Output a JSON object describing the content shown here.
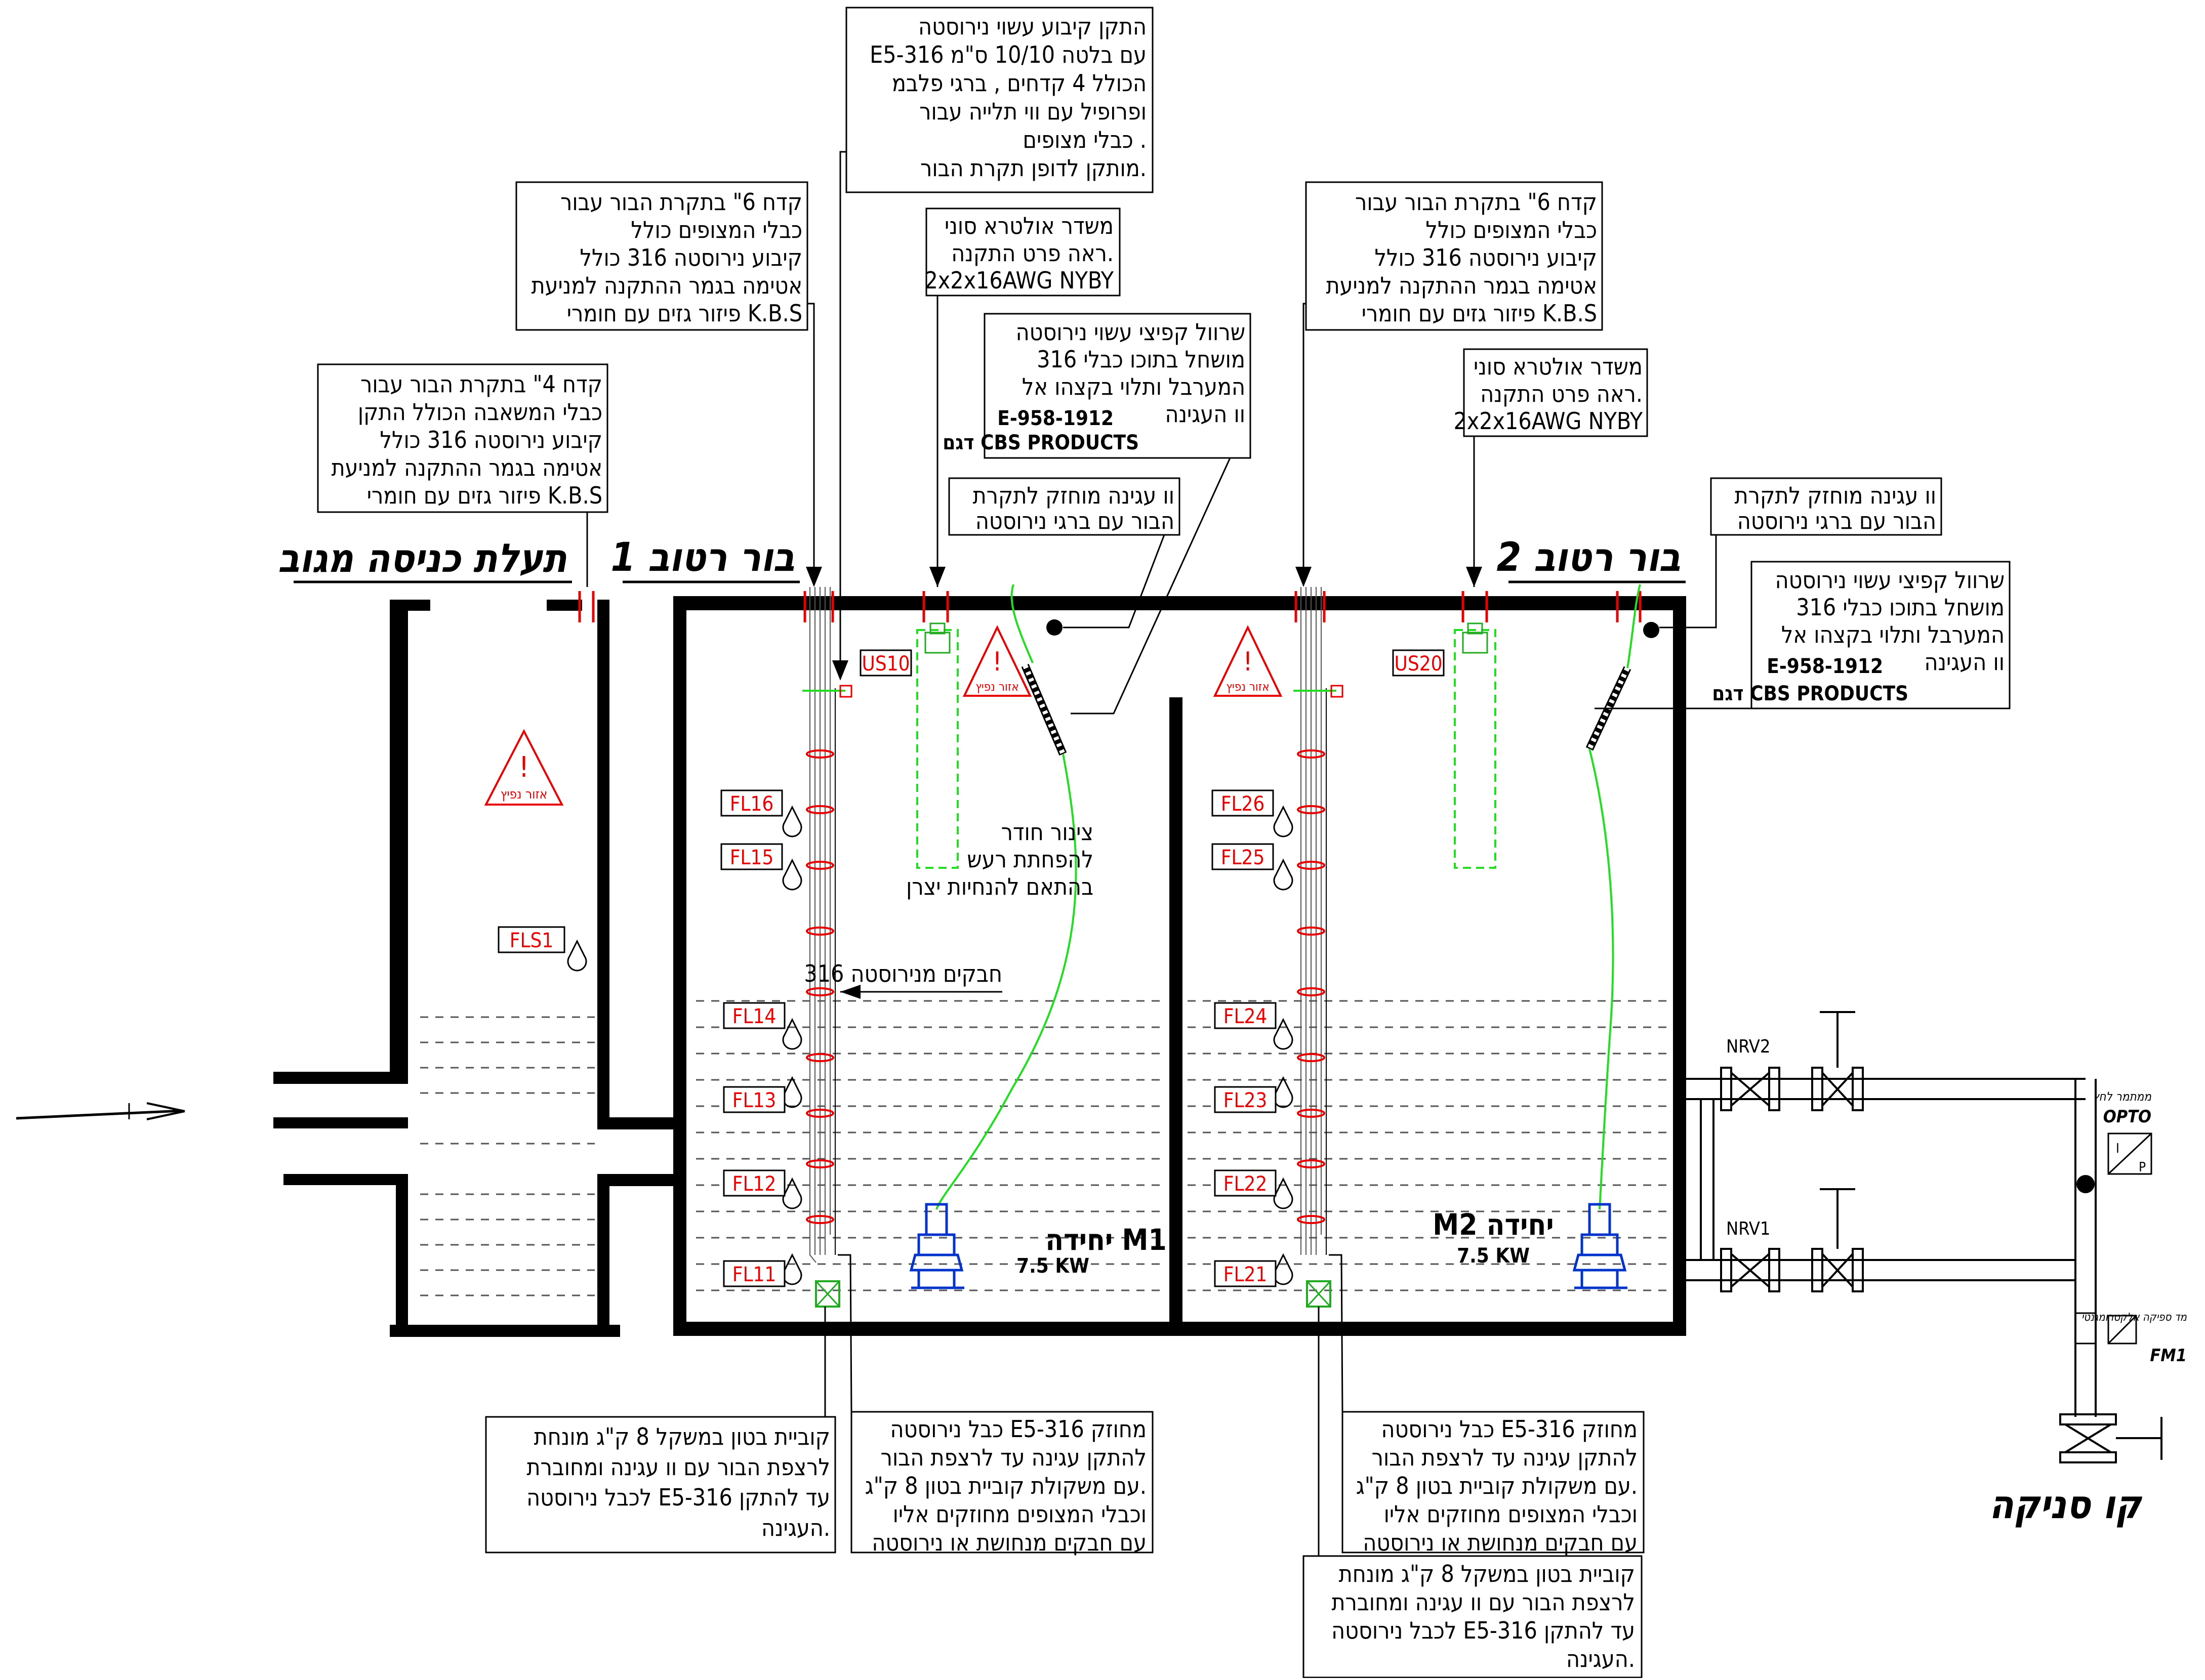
{
  "diagram": {
    "titles": {
      "inlet_channel": "תעלת כניסה מגוב",
      "wet_well_1": "בור רטוב 1",
      "wet_well_2": "בור רטוב 2",
      "pressure_line": "קו סניקה"
    },
    "notes": {
      "n1": [
        "קדח 4\" בתקרת הבור עבור",
        "כבלי המשאבה הכולל התקן",
        "קיבוע נירוסטה 316 כולל",
        "אטימה בגמר ההתקנה למניעת",
        "פיזור גזים עם חומרי K.B.S"
      ],
      "n2": [
        "קדח 6\" בתקרת הבור עבור",
        "כבלי המצופים כולל",
        "קיבוע נירוסטה 316 כולל",
        "אטימה בגמר ההתקנה למניעת",
        "פיזור גזים עם חומרי K.B.S"
      ],
      "n3": [
        "התקן קיבוע עשוי נירוסטה",
        "E5-316 עם בלטה 10/10 ס\"מ",
        "הכולל 4 קדחים , ברגי פלבמ",
        "ופרופיל עם ווי תלייה עבור",
        "כבלי מצופים .",
        "מותקן לדופן תקרת הבור."
      ],
      "n4": [
        "משדר אולטרא סוני",
        "ראה פרט התקנה.",
        "2x2x16AWG NYBY"
      ],
      "n5": [
        "שרוול קפיצי עשוי נירוסטה",
        "316 מושחל בתוכו כבלי",
        "המערבל ותלוי בקצהו אל",
        "וו העגינה",
        "E-958-1912",
        "דגם CBS PRODUCTS"
      ],
      "n6": [
        "וו עגינה מוחזק לתקרת",
        "הבור עם ברגי נירוסטה"
      ],
      "n7": [
        "קדח 6\" בתקרת הבור עבור",
        "כבלי המצופים כולל",
        "קיבוע נירוסטה 316 כולל",
        "אטימה בגמר ההתקנה למניעת",
        "פיזור גזים עם חומרי K.B.S"
      ],
      "n8": [
        "משדר אולטרא סוני",
        "ראה פרט התקנה.",
        "2x2x16AWG NYBY"
      ],
      "n9": [
        "וו עגינה מוחזק לתקרת",
        "הבור עם ברגי נירוסטה"
      ],
      "n10": [
        "שרוול קפיצי עשוי נירוסטה",
        "316 מושחל בתוכו כבלי",
        "המערבל ותלוי בקצהו אל",
        "וו העגינה",
        "E-958-1912",
        "דגם CBS PRODUCTS"
      ],
      "n11": [
        "קוביית בטון במשקל 8 ק\"ג מונחת",
        "לרצפת הבור עם וו עגינה ומחוברת",
        "לכבל נירוסטה E5-316 עד להתקן",
        "העגינה."
      ],
      "n12": [
        "כבל נירוסטה E5-316 מחוזק",
        "להתקן עגינה עד לרצפת הבור",
        "עם משקולת קוביית בטון 8 ק\"ג.",
        "וכבלי המצופים מחוזקים אליו",
        "עם חבקים מנחושת או נירוסטה"
      ],
      "n13": [
        "כבל נירוסטה E5-316 מחוזק",
        "להתקן עגינה עד לרצפת הבור",
        "עם משקולת קוביית בטון 8 ק\"ג.",
        "וכבלי המצופים מחוזקים אליו",
        "עם חבקים מנחושת או נירוסטה"
      ],
      "n14": [
        "קוביית בטון במשקל 8 ק\"ג מונחת",
        "לרצפת הבור עם וו עגינה ומחוברת",
        "לכבל נירוסטה E5-316 עד להתקן",
        "העגינה."
      ]
    },
    "inline_text": {
      "mixer_note": [
        "צינור חודר",
        "להפחתת רעש",
        "בהתאם להנחיות יצרן"
      ],
      "clamps": "חבקים מנירוסטה 316",
      "hazard": "אזור נפיץ"
    },
    "tags": {
      "fls1": "FLS1",
      "well1": [
        "FL16",
        "FL15",
        "FL14",
        "FL13",
        "FL12",
        "FL11"
      ],
      "well2": [
        "FL26",
        "FL25",
        "FL24",
        "FL23",
        "FL22",
        "FL21"
      ],
      "us1": "US10",
      "us2": "US20"
    },
    "pumps": {
      "m1_label": "יחידה M1",
      "m1_power": "7.5 KW",
      "m2_label": "M2 יחידה",
      "m2_power": "7.5 KW"
    },
    "valves": {
      "nrv1": "NRV1",
      "nrv2": "NRV2",
      "pressure_tx_caption": "ממתמר לחץ",
      "pressure_tx": "OPTO",
      "flowmeter_caption": "מד ספיקה אלקטרומגנטי",
      "flowmeter": "FM1"
    },
    "colors": {
      "tag_red": "#e60000",
      "cable_green": "#22dd22",
      "pump_blue": "#0033cc",
      "walls": "#000000"
    }
  }
}
